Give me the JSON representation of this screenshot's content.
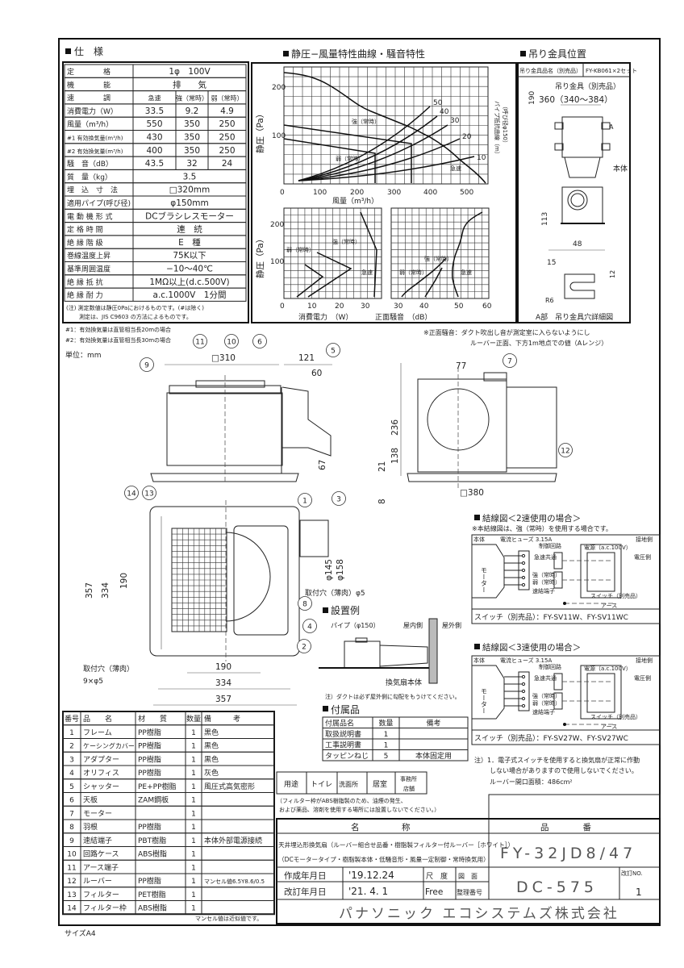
{
  "spec": {
    "title": "仕　様",
    "rows": [
      {
        "label": "定　　　　格",
        "values": [
          "1φ　100V"
        ]
      },
      {
        "label": "機　　　　能",
        "values": [
          "排　　気"
        ]
      },
      {
        "label": "速　　　　調",
        "values": [
          "急速",
          "強（常時）",
          "弱（常時）"
        ]
      },
      {
        "label": "消費電力（W）",
        "values": [
          "33.5",
          "9.2",
          "4.9"
        ]
      },
      {
        "label": "風量（m³/h）",
        "values": [
          "550",
          "350",
          "250"
        ]
      },
      {
        "label": "#1 有効換気量(m³/h)",
        "values": [
          "430",
          "350",
          "250"
        ]
      },
      {
        "label": "#2 有効換気量(m³/h)",
        "values": [
          "400",
          "350",
          "250"
        ]
      },
      {
        "label": "騒　音（dB）",
        "values": [
          "43.5",
          "32",
          "24"
        ]
      },
      {
        "label": "質　量（kg）",
        "values": [
          "3.5"
        ]
      },
      {
        "label": "埋　込　寸　法",
        "values": [
          "□320mm"
        ]
      },
      {
        "label": "適用パイプ(呼び径)",
        "values": [
          "φ150mm"
        ]
      },
      {
        "label": "電 動 機 形 式",
        "values": [
          "DCブラシレスモーター"
        ]
      },
      {
        "label": "定 格 時 間",
        "values": [
          "連　続"
        ]
      },
      {
        "label": "絶 縁 階 級",
        "values": [
          "E　種"
        ]
      },
      {
        "label": "巻線温度上昇",
        "values": [
          "75K以下"
        ]
      },
      {
        "label": "基準周囲温度",
        "values": [
          "−10〜40℃"
        ]
      },
      {
        "label": "絶 縁 抵 抗",
        "values": [
          "1MΩ以上(d.c.500V)"
        ]
      },
      {
        "label": "絶 縁 耐 力",
        "values": [
          "a.c.1000V　1分間"
        ]
      }
    ],
    "note_1": "(注) 測定数値は静圧0Paにおけるものです。(#は除く)",
    "note_2": "測定は、JIS C9603 の方法によるものです。"
  },
  "footnotes": {
    "n1": "#1：有効換気量は直管相当長20mの場合",
    "n2": "#2：有効換気量は直管相当長30mの場合",
    "unit": "単位：mm"
  },
  "chart": {
    "title": "静圧−風量特性曲線・騒音特性",
    "upper": {
      "ylabel": "静圧（Pa）",
      "yticks": [
        "200",
        "100",
        "0"
      ],
      "xticks": [
        "100",
        "200",
        "300",
        "400",
        "500"
      ],
      "xlabel": "風量（m³/h）",
      "pipe_label": "パイプ抵抗曲線（m）",
      "pipe_sub": "（呼び径φ150）",
      "pipe_values": [
        "50",
        "40",
        "30",
        "20",
        "10"
      ],
      "strong": "強（常時）",
      "weak": "弱（常時）",
      "rapid": "急速"
    },
    "lower": {
      "ylabel": "静圧（Pa）",
      "yticks": [
        "200",
        "100"
      ],
      "left_xticks": [
        "0",
        "10",
        "20",
        "30"
      ],
      "right_xticks": [
        "30",
        "40",
        "50",
        "60"
      ],
      "left_xlabel": "消費電力　（W）",
      "right_xlabel": "正面騒音　（dB）",
      "strong": "強（常時）",
      "weak": "弱（常時）",
      "rapid": "急速"
    },
    "footnote_1": "※正面騒音：ダクト吹出し音が測定室に入らないようにし",
    "footnote_2": "ルーバー正面、下方1m地点での値（Aレンジ）"
  },
  "hanger": {
    "title": "吊り金具位置",
    "model_label": "吊り金具品名（別売品）",
    "model_value": "FY-KB061×2セット",
    "bracket_label": "吊り金具（別売品）",
    "dim_span": "360（340〜384）",
    "dim_190": "190",
    "dim_113": "113",
    "dim_48": "48",
    "dim_15": "15",
    "dim_12": "12",
    "dim_r6": "R6",
    "part_a": "A",
    "body": "本体",
    "detail_caption": "A部　吊り金具穴詳細図"
  },
  "drawing": {
    "callouts": [
      "1",
      "2",
      "3",
      "4",
      "5",
      "6",
      "7",
      "8",
      "9",
      "10",
      "11",
      "12",
      "13",
      "14"
    ],
    "dim_310": "□310",
    "dim_121": "121",
    "dim_60": "60",
    "dim_67": "67",
    "dim_236": "236",
    "dim_138": "138",
    "dim_21": "21",
    "dim_8": "8",
    "dim_77": "77",
    "dim_380": "□380",
    "dim_357": "357",
    "dim_334": "334",
    "dim_190": "190",
    "dim_145": "φ145",
    "dim_158": "φ158",
    "hole_label": "取付穴（薄肉）φ5",
    "mount_holes_1": "取付穴（薄肉）",
    "mount_holes_2": "9×φ5"
  },
  "install": {
    "title": "設置例",
    "pipe": "パイプ（φ150）",
    "indoor": "屋内側",
    "outdoor": "屋外側",
    "body": "換気扇本体",
    "note": "注）ダクトは必ず屋外側に勾配をもうけてください。"
  },
  "accessories": {
    "title": "付属品",
    "headers": [
      "付属品名",
      "数量",
      "備考"
    ],
    "rows": [
      [
        "取扱説明書",
        "1",
        ""
      ],
      [
        "工事説明書",
        "1",
        ""
      ],
      [
        "タッピンねじ",
        "5",
        "本体固定用"
      ]
    ]
  },
  "wiring": {
    "two": {
      "title": "結線図＜2速使用の場合＞",
      "subtitle": "※本結線図は、強（常時）を使用する場合です。",
      "switch": "スイッチ（別売品）：FY-SV11W、FY-SV11WC"
    },
    "three": {
      "title": "結線図＜3速使用の場合＞",
      "switch": "スイッチ（別売品）：FY-SV27W、FY-SV27WC"
    },
    "labels": {
      "body": "本体",
      "motor": "モーター",
      "fuse": "電流ヒューズ 3.15A",
      "circuit": "制御回路",
      "rapid_common": "急速共通",
      "strong": "強（常時）",
      "weak": "弱（常時）",
      "terminal": "速結端子",
      "power": "電源（a.c.100V）",
      "ground_side": "接地側",
      "voltage_side": "電圧側",
      "switch_box": "スイッチ（別売品）",
      "earth": "アース"
    },
    "note_1": "注）1．電子式スイッチを使用すると換気扇が正常に作動",
    "note_2": "しない場合がありますので使用しないでください。",
    "louver_area": "ルーバー開口面積：486cm²"
  },
  "usage": {
    "label": "用途",
    "items": [
      "トイレ",
      "洗面所",
      "居室",
      "事務所",
      "店舗"
    ],
    "note_1": "（フィルター枠がABS樹脂製のため、油煙の発生、",
    "note_2": "および薬品、溶剤を使用する場所には設置しないでください。）"
  },
  "title_block": {
    "name_header": "名　　　　　称",
    "number_header": "品　　　　番",
    "name_1": "天井埋込形換気扇（ルーバー組合せ品番・樹脂製フィルター付ルーバー［ホワイト］）",
    "name_2": "（DCモータータイプ・樹脂製本体・低騒音形・風量一定制御・常時換気用）",
    "product_number": "FY-32JD8/47",
    "created_label": "作成年月日",
    "created_value": "'19.12.24",
    "revised_label": "改訂年月日",
    "revised_value": "'21. 4. 1",
    "scale_label": "尺　度",
    "scale_value": "Free",
    "drawing_label_1": "図　面",
    "drawing_label_2": "整理番号",
    "drawing_number": "DC-575",
    "revision_label": "改訂NO.",
    "revision_value": "1",
    "company": "パナソニック エコシステムズ株式会社"
  },
  "parts": {
    "headers": [
      "番号",
      "品　　名",
      "材　　質",
      "数量",
      "備　　　考"
    ],
    "rows": [
      [
        "1",
        "フレーム",
        "PP樹脂",
        "1",
        "黒色"
      ],
      [
        "2",
        "ケーシングカバー",
        "PP樹脂",
        "1",
        "黒色"
      ],
      [
        "3",
        "アダプター",
        "PP樹脂",
        "1",
        "黒色"
      ],
      [
        "4",
        "オリフィス",
        "PP樹脂",
        "1",
        "灰色"
      ],
      [
        "5",
        "シャッター",
        "PE+PP樹脂",
        "1",
        "風圧式高気密形"
      ],
      [
        "6",
        "天板",
        "ZAM鋼板",
        "1",
        ""
      ],
      [
        "7",
        "モーター",
        "",
        "1",
        ""
      ],
      [
        "8",
        "羽根",
        "PP樹脂",
        "1",
        ""
      ],
      [
        "9",
        "速結端子",
        "PBT樹脂",
        "1",
        "本体外部電源接続"
      ],
      [
        "10",
        "回路ケース",
        "ABS樹脂",
        "1",
        ""
      ],
      [
        "11",
        "アース端子",
        "",
        "1",
        ""
      ],
      [
        "12",
        "ルーバー",
        "PP樹脂",
        "1",
        "マンセル値6.5Y8.6/0.5"
      ],
      [
        "13",
        "フィルター",
        "PET樹脂",
        "1",
        ""
      ],
      [
        "14",
        "フィルター枠",
        "ABS樹脂",
        "1",
        ""
      ]
    ],
    "munsell_note": "マンセル値は近似値です。"
  },
  "sheet_size": "サイズA4"
}
